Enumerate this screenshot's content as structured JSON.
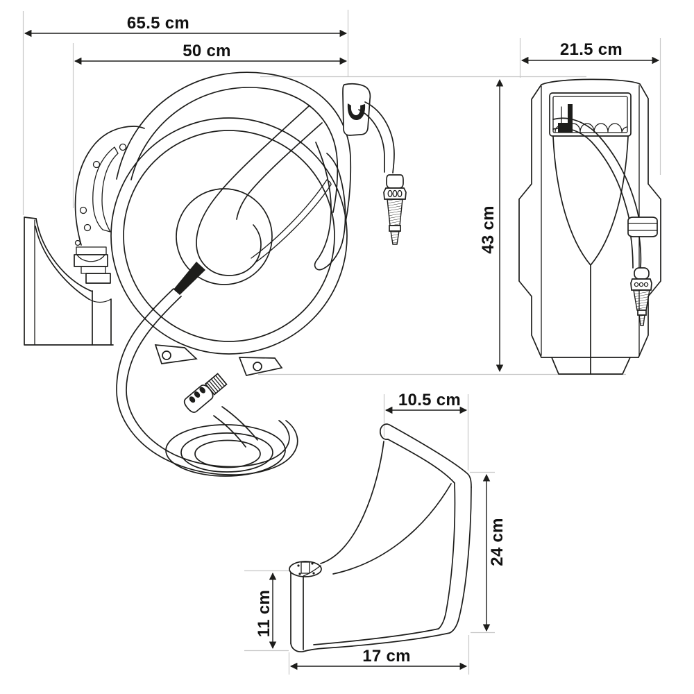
{
  "dims": {
    "front_total": "65.5 cm",
    "front_reel": "50 cm",
    "side_width": "21.5 cm",
    "side_height": "43 cm",
    "bracket_top_width": "10.5 cm",
    "bracket_height": "24 cm",
    "bracket_pivot_height": "11 cm",
    "bracket_base_width": "17 cm"
  },
  "colors": {
    "line": "#1d1d1b",
    "extension_line": "#c7c7c7",
    "text": "#111111",
    "background": "#ffffff"
  }
}
